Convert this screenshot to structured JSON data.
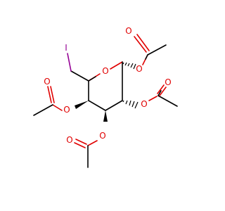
{
  "molecule": {
    "atoms": {
      "iodine": "I",
      "ring_oxygen": "O",
      "c1_oxygen": "O",
      "c1_carbonyl_oxygen": "O",
      "c2_oxygen": "O",
      "c2_carbonyl_oxygen": "O",
      "c3_oxygen": "O",
      "c3_carbonyl_oxygen": "O",
      "c4_oxygen": "O",
      "c4_carbonyl_oxygen": "O"
    },
    "colors": {
      "carbon_bond": "#000000",
      "oxygen": "#e00000",
      "iodine": "#940094"
    }
  }
}
